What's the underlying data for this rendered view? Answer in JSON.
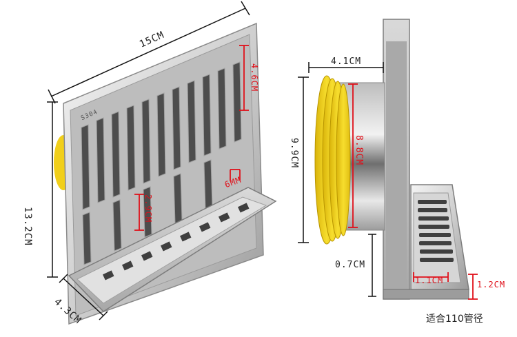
{
  "left_product": {
    "width_label": "15CM",
    "height_label": "13.2CM",
    "depth_label": "4.3CM",
    "slot_length_label": "4.6CM",
    "slot_width_label": "6MM",
    "inner_label": "2.9CM",
    "engraving": "S304"
  },
  "right_product": {
    "pipe_length_label": "4.1CM",
    "body_height_label": "9.9CM",
    "pipe_diameter_label": "8.8CM",
    "offset_label": "0.7CM",
    "tray_inner_label": "1.1CM",
    "tray_height_label": "1.2CM"
  },
  "caption": "适合110管径",
  "colors": {
    "steel_light": "#e6e6e6",
    "steel_dark": "#8c8c8c",
    "gasket_yellow": "#f3d21c",
    "dimension_red": "#e0101a",
    "dimension_black": "#111111"
  }
}
